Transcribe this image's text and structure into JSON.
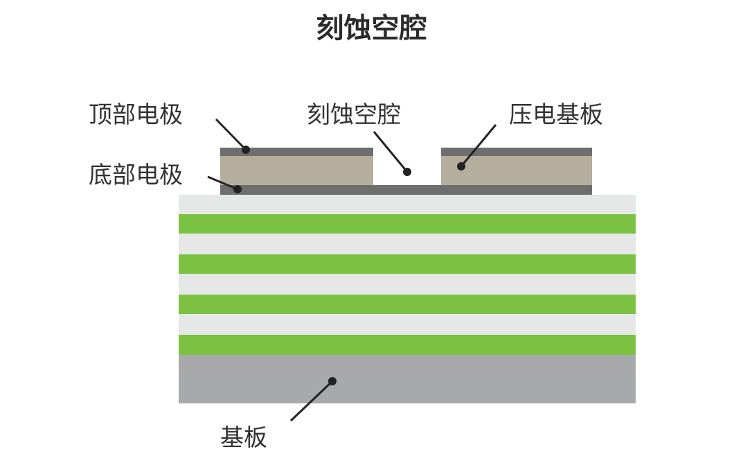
{
  "title": "刻蚀空腔",
  "labels": {
    "top_electrode": "顶部电极",
    "bottom_electrode": "底部电极",
    "etched_cavity": "刻蚀空腔",
    "piezo_substrate": "压电基板",
    "substrate": "基板"
  },
  "colors": {
    "electrode": "#6e6e6e",
    "piezo": "#b5ae9c",
    "reflector_light": "#e6e8e8",
    "reflector_green": "#7cc242",
    "substrate": "#a8a9ab",
    "leader": "#222222"
  },
  "icons": {
    "pointer_dot": "pointer-dot-icon"
  }
}
